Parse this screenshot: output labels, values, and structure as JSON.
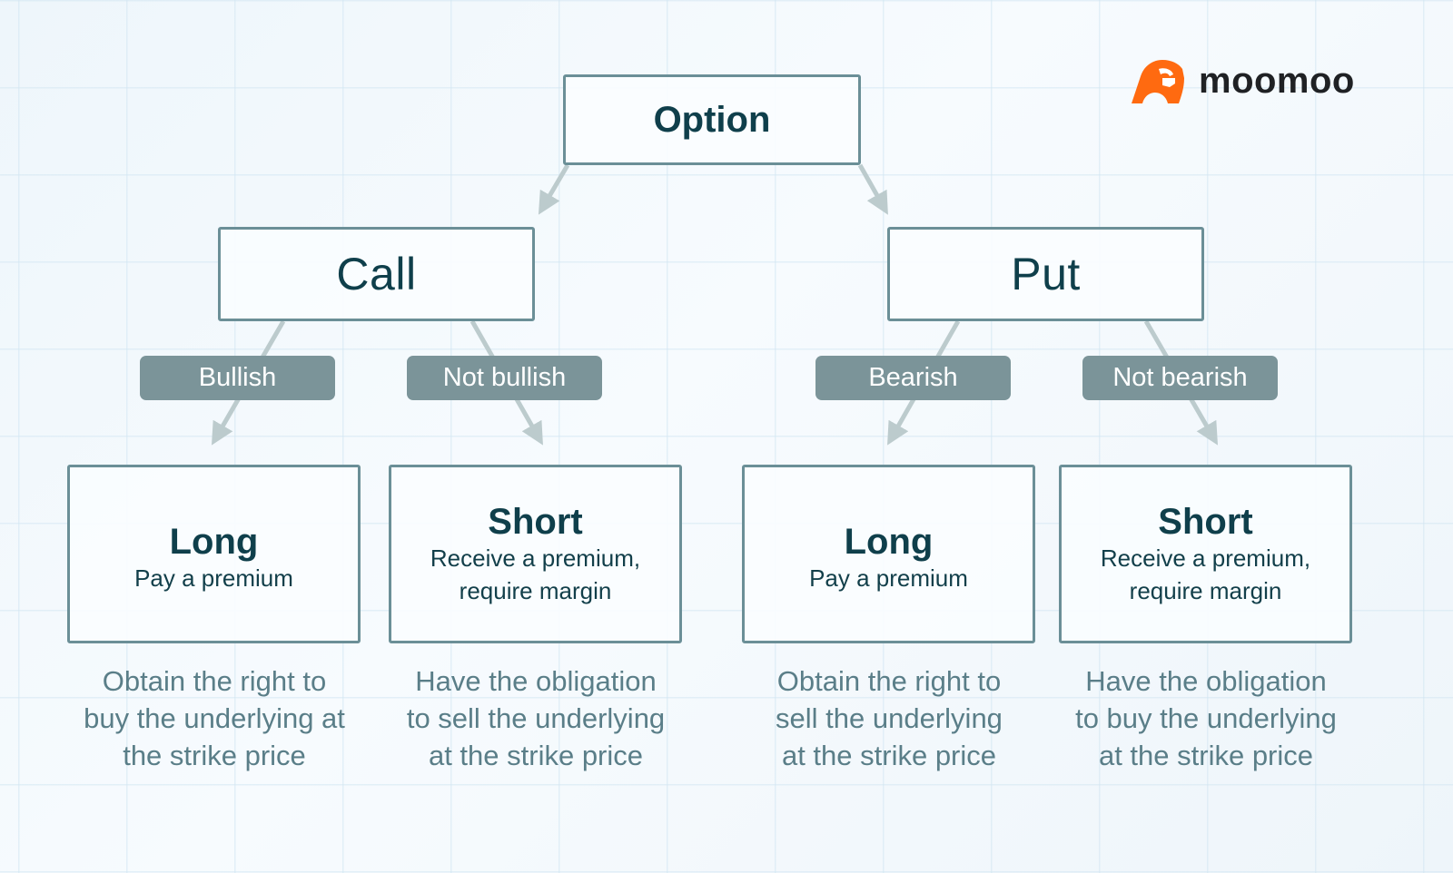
{
  "brand": {
    "name": "moomoo",
    "logo_icon": "bull-head-icon",
    "logo_color": "#ff6a10"
  },
  "colors": {
    "node_border": "#6b8f97",
    "node_text": "#0f3f4b",
    "tag_bg": "#7b9499",
    "tag_text": "#ffffff",
    "desc_text": "#5a7e88",
    "connector": "#bccbcd"
  },
  "root": {
    "label": "Option"
  },
  "branches": [
    {
      "label": "Call",
      "paths": [
        {
          "condition": "Bullish",
          "position": "Long",
          "detail": "Pay a premium",
          "description": [
            "Obtain the right to",
            "buy the underlying at",
            "the strike price"
          ]
        },
        {
          "condition": "Not bullish",
          "position": "Short",
          "detail": [
            "Receive a premium,",
            "require margin"
          ],
          "description": [
            "Have the obligation",
            "to sell the underlying",
            "at the strike price"
          ]
        }
      ]
    },
    {
      "label": "Put",
      "paths": [
        {
          "condition": "Bearish",
          "position": "Long",
          "detail": "Pay a premium",
          "description": [
            "Obtain the right to",
            "sell the underlying",
            "at the strike price"
          ]
        },
        {
          "condition": "Not bearish",
          "position": "Short",
          "detail": [
            "Receive a premium,",
            "require margin"
          ],
          "description": [
            "Have the obligation",
            "to buy the underlying",
            "at the strike price"
          ]
        }
      ]
    }
  ]
}
